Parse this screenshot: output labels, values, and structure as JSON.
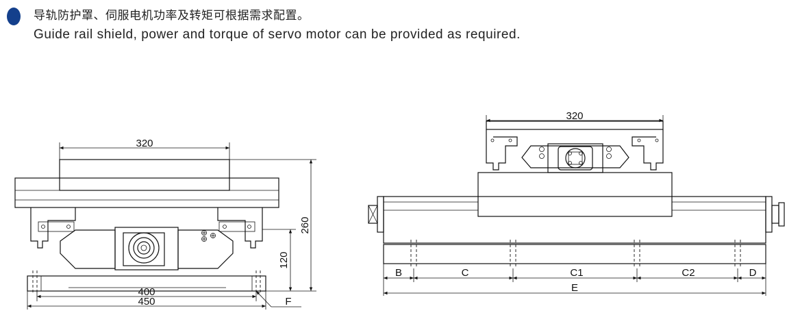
{
  "description": {
    "bullet_color": "#14408c",
    "text_cn": "导轨防护罩、伺服电机功率及转矩可根据需求配置。",
    "text_en": "Guide rail shield, power and torque of servo motor can be provided as required."
  },
  "front_view": {
    "dim_table_width": "320",
    "dim_total_height": "260",
    "dim_height_120": "120",
    "dim_400": "400",
    "dim_450": "450",
    "label_f": "F"
  },
  "side_view": {
    "dim_table_width": "320",
    "label_b": "B",
    "label_c": "C",
    "label_c1": "C1",
    "label_c2": "C2",
    "label_d": "D",
    "label_e": "E"
  }
}
